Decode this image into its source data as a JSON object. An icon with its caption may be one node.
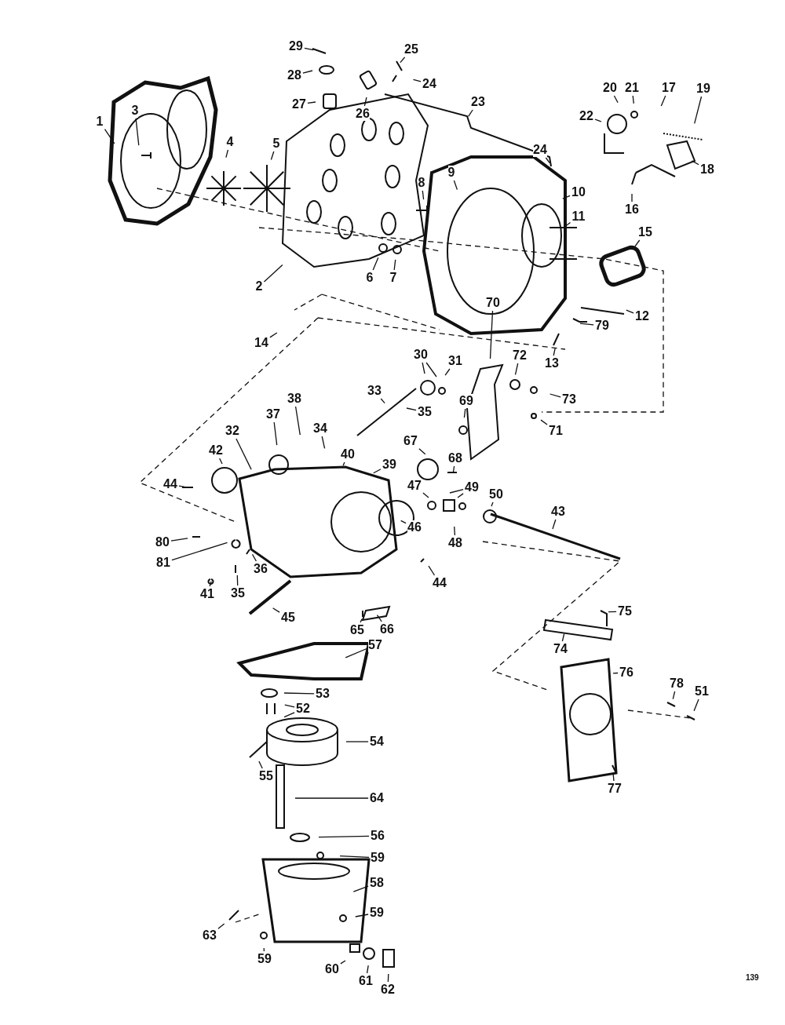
{
  "diagram": {
    "nodes": [
      {
        "text": [
          "29"
        ]
      },
      {
        "text": [
          "25"
        ]
      },
      {
        "text": [
          "28"
        ]
      },
      {
        "text": [
          "24"
        ]
      },
      {
        "text": [
          "27"
        ]
      },
      {
        "text": [
          "26"
        ]
      },
      {
        "text": [
          "23"
        ]
      },
      {
        "text": [
          "20"
        ]
      },
      {
        "text": [
          "21"
        ]
      },
      {
        "text": [
          "17"
        ]
      },
      {
        "text": [
          "19"
        ]
      },
      {
        "text": [
          "22"
        ]
      },
      {
        "text": [
          "1"
        ]
      },
      {
        "text": [
          "3"
        ]
      },
      {
        "text": [
          "24"
        ]
      },
      {
        "text": [
          "4"
        ]
      },
      {
        "text": [
          "5"
        ]
      },
      {
        "text": [
          "18"
        ]
      },
      {
        "text": [
          "8"
        ]
      },
      {
        "text": [
          "9"
        ]
      },
      {
        "text": [
          "16"
        ]
      },
      {
        "text": [
          "10"
        ]
      },
      {
        "text": [
          "11"
        ]
      },
      {
        "text": [
          "15"
        ]
      },
      {
        "text": [
          "2"
        ]
      },
      {
        "text": [
          "6"
        ]
      },
      {
        "text": [
          "7"
        ]
      },
      {
        "text": [
          "12"
        ]
      },
      {
        "text": [
          "79"
        ]
      },
      {
        "text": [
          "14"
        ]
      },
      {
        "text": [
          "13"
        ]
      },
      {
        "text": [
          "70"
        ]
      },
      {
        "text": [
          "30"
        ]
      },
      {
        "text": [
          "31"
        ]
      },
      {
        "text": [
          "72"
        ]
      },
      {
        "text": [
          "33"
        ]
      },
      {
        "text": [
          "73"
        ]
      },
      {
        "text": [
          "35"
        ]
      },
      {
        "text": [
          "38"
        ]
      },
      {
        "text": [
          "69"
        ]
      },
      {
        "text": [
          "71"
        ]
      },
      {
        "text": [
          "37"
        ]
      },
      {
        "text": [
          "34"
        ]
      },
      {
        "text": [
          "32"
        ]
      },
      {
        "text": [
          "67"
        ]
      },
      {
        "text": [
          "42"
        ]
      },
      {
        "text": [
          "40"
        ]
      },
      {
        "text": [
          "39"
        ]
      },
      {
        "text": [
          "68"
        ]
      },
      {
        "text": [
          "44"
        ]
      },
      {
        "text": [
          "47"
        ]
      },
      {
        "text": [
          "49"
        ]
      },
      {
        "text": [
          "50"
        ]
      },
      {
        "text": [
          "43"
        ]
      },
      {
        "text": [
          "46"
        ]
      },
      {
        "text": [
          "48"
        ]
      },
      {
        "text": [
          "80"
        ]
      },
      {
        "text": [
          "81"
        ]
      },
      {
        "text": [
          "36"
        ]
      },
      {
        "text": [
          "44"
        ]
      },
      {
        "text": [
          "41"
        ]
      },
      {
        "text": [
          "35"
        ]
      },
      {
        "text": [
          "45"
        ]
      },
      {
        "text": [
          "65"
        ]
      },
      {
        "text": [
          "66"
        ]
      },
      {
        "text": [
          "75"
        ]
      },
      {
        "text": [
          "57"
        ]
      },
      {
        "text": [
          "74"
        ]
      },
      {
        "text": [
          "76"
        ]
      },
      {
        "text": [
          "78"
        ]
      },
      {
        "text": [
          "51"
        ]
      },
      {
        "text": [
          "53"
        ]
      },
      {
        "text": [
          "52"
        ]
      },
      {
        "text": [
          "54"
        ]
      },
      {
        "text": [
          "55"
        ]
      },
      {
        "text": [
          "64"
        ]
      },
      {
        "text": [
          "77"
        ]
      },
      {
        "text": [
          "56"
        ]
      },
      {
        "text": [
          "59"
        ]
      },
      {
        "text": [
          "58"
        ]
      },
      {
        "text": [
          "59"
        ]
      },
      {
        "text": [
          "63"
        ]
      },
      {
        "text": [
          "59"
        ]
      },
      {
        "text": [
          "60"
        ]
      },
      {
        "text": [
          "61"
        ]
      },
      {
        "text": [
          "62"
        ]
      }
    ],
    "edges": [
      {
        "from": 0,
        "to": null,
        "arrow": "none"
      },
      {
        "from": 1,
        "to": null,
        "arrow": "none"
      },
      {
        "from": 2,
        "to": null,
        "arrow": "none"
      },
      {
        "from": 3,
        "to": null,
        "arrow": "none"
      },
      {
        "from": 4,
        "to": null,
        "arrow": "none"
      },
      {
        "from": 5,
        "to": null,
        "arrow": "none"
      },
      {
        "from": 6,
        "to": null,
        "arrow": "none"
      },
      {
        "from": 7,
        "to": null,
        "arrow": "none"
      },
      {
        "from": 8,
        "to": null,
        "arrow": "none"
      },
      {
        "from": 9,
        "to": null,
        "arrow": "none"
      },
      {
        "from": 10,
        "to": null,
        "arrow": "none"
      },
      {
        "from": 11,
        "to": null,
        "arrow": "none"
      },
      {
        "from": 12,
        "to": null,
        "arrow": "none"
      },
      {
        "from": 13,
        "to": null,
        "arrow": "none"
      },
      {
        "from": 14,
        "to": null,
        "arrow": "none"
      },
      {
        "from": 15,
        "to": null,
        "arrow": "none"
      },
      {
        "from": 16,
        "to": null,
        "arrow": "none"
      },
      {
        "from": 17,
        "to": null,
        "arrow": "none"
      },
      {
        "from": 18,
        "to": null,
        "arrow": "none"
      },
      {
        "from": 19,
        "to": null,
        "arrow": "none"
      },
      {
        "from": 20,
        "to": null,
        "arrow": "none"
      },
      {
        "from": 21,
        "to": null,
        "arrow": "none"
      },
      {
        "from": 22,
        "to": null,
        "arrow": "none"
      },
      {
        "from": 23,
        "to": null,
        "arrow": "none"
      },
      {
        "from": 24,
        "to": null,
        "arrow": "none"
      },
      {
        "from": 25,
        "to": null,
        "arrow": "none"
      },
      {
        "from": 26,
        "to": null,
        "arrow": "none"
      },
      {
        "from": 27,
        "to": null,
        "arrow": "none"
      },
      {
        "from": 28,
        "to": null,
        "arrow": "none"
      },
      {
        "from": 29,
        "to": null,
        "arrow": "none"
      },
      {
        "from": 30,
        "to": null,
        "arrow": "none"
      },
      {
        "from": 31,
        "to": null,
        "arrow": "none"
      },
      {
        "from": 32,
        "to": null,
        "arrow": "none"
      },
      {
        "from": 32,
        "to": null,
        "arrow": "none"
      },
      {
        "from": 33,
        "to": null,
        "arrow": "none"
      },
      {
        "from": 34,
        "to": null,
        "arrow": "none"
      },
      {
        "from": 35,
        "to": null,
        "arrow": "none"
      },
      {
        "from": 36,
        "to": null,
        "arrow": "none"
      },
      {
        "from": 37,
        "to": null,
        "arrow": "none"
      },
      {
        "from": 38,
        "to": null,
        "arrow": "none"
      },
      {
        "from": 39,
        "to": null,
        "arrow": "none"
      },
      {
        "from": 40,
        "to": null,
        "arrow": "none"
      },
      {
        "from": 41,
        "to": null,
        "arrow": "none"
      },
      {
        "from": 42,
        "to": null,
        "arrow": "none"
      },
      {
        "from": 43,
        "to": null,
        "arrow": "none"
      },
      {
        "from": 44,
        "to": null,
        "arrow": "none"
      },
      {
        "from": 45,
        "to": null,
        "arrow": "none"
      },
      {
        "from": 46,
        "to": null,
        "arrow": "none"
      },
      {
        "from": 47,
        "to": null,
        "arrow": "none"
      },
      {
        "from": 48,
        "to": null,
        "arrow": "none"
      },
      {
        "from": 49,
        "to": null,
        "arrow": "none"
      },
      {
        "from": 50,
        "to": null,
        "arrow": "none"
      },
      {
        "from": 51,
        "to": null,
        "arrow": "none"
      },
      {
        "from": 51,
        "to": null,
        "arrow": "none"
      },
      {
        "from": 52,
        "to": null,
        "arrow": "none"
      },
      {
        "from": 53,
        "to": null,
        "arrow": "none"
      },
      {
        "from": 54,
        "to": null,
        "arrow": "none"
      },
      {
        "from": 55,
        "to": null,
        "arrow": "none"
      },
      {
        "from": 56,
        "to": null,
        "arrow": "none"
      },
      {
        "from": 57,
        "to": null,
        "arrow": "none"
      },
      {
        "from": 58,
        "to": null,
        "arrow": "none"
      },
      {
        "from": 59,
        "to": null,
        "arrow": "none"
      },
      {
        "from": 60,
        "to": null,
        "arrow": "none"
      },
      {
        "from": 61,
        "to": null,
        "arrow": "none"
      },
      {
        "from": 62,
        "to": null,
        "arrow": "none"
      },
      {
        "from": 63,
        "to": null,
        "arrow": "none"
      },
      {
        "from": 64,
        "to": null,
        "arrow": "none"
      },
      {
        "from": 65,
        "to": null,
        "arrow": "none"
      },
      {
        "from": 66,
        "to": null,
        "arrow": "none"
      },
      {
        "from": 67,
        "to": null,
        "arrow": "none"
      },
      {
        "from": 68,
        "to": null,
        "arrow": "none"
      },
      {
        "from": 69,
        "to": null,
        "arrow": "none"
      },
      {
        "from": 70,
        "to": null,
        "arrow": "none"
      },
      {
        "from": 71,
        "to": null,
        "arrow": "none"
      },
      {
        "from": 72,
        "to": null,
        "arrow": "none"
      },
      {
        "from": 72,
        "to": null,
        "arrow": "none"
      },
      {
        "from": 73,
        "to": null,
        "arrow": "none"
      },
      {
        "from": 74,
        "to": null,
        "arrow": "none"
      },
      {
        "from": 75,
        "to": null,
        "arrow": "none"
      },
      {
        "from": 76,
        "to": null,
        "arrow": "none"
      },
      {
        "from": 77,
        "to": null,
        "arrow": "none"
      },
      {
        "from": 78,
        "to": null,
        "arrow": "none"
      },
      {
        "from": 79,
        "to": null,
        "arrow": "none"
      },
      {
        "from": 80,
        "to": null,
        "arrow": "none"
      },
      {
        "from": 81,
        "to": null,
        "arrow": "none"
      },
      {
        "from": 82,
        "to": null,
        "arrow": "none"
      },
      {
        "from": 83,
        "to": null,
        "arrow": "none"
      },
      {
        "from": 84,
        "to": null,
        "arrow": "none"
      },
      {
        "from": 85,
        "to": null,
        "arrow": "none"
      }
    ],
    "labels": [
      "139"
    ]
  }
}
